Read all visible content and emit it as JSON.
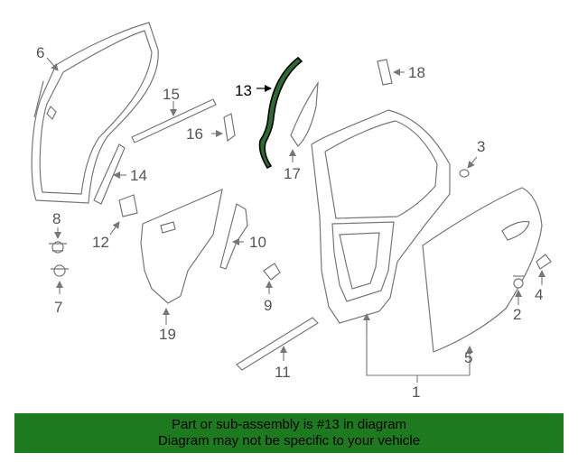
{
  "diagram": {
    "highlight_color": "#2e6b2e",
    "callouts": {
      "c1": "1",
      "c2": "2",
      "c3": "3",
      "c4": "4",
      "c5": "5",
      "c6": "6",
      "c7": "7",
      "c8": "8",
      "c9": "9",
      "c10": "10",
      "c11": "11",
      "c12": "12",
      "c13": "13",
      "c14": "14",
      "c15": "15",
      "c16": "16",
      "c17": "17",
      "c18": "18",
      "c19": "19"
    }
  },
  "banner": {
    "background": "#1e7a1e",
    "line1": "Part or sub-assembly is #13 in diagram",
    "line2": "Diagram may not be specific to your vehicle"
  }
}
